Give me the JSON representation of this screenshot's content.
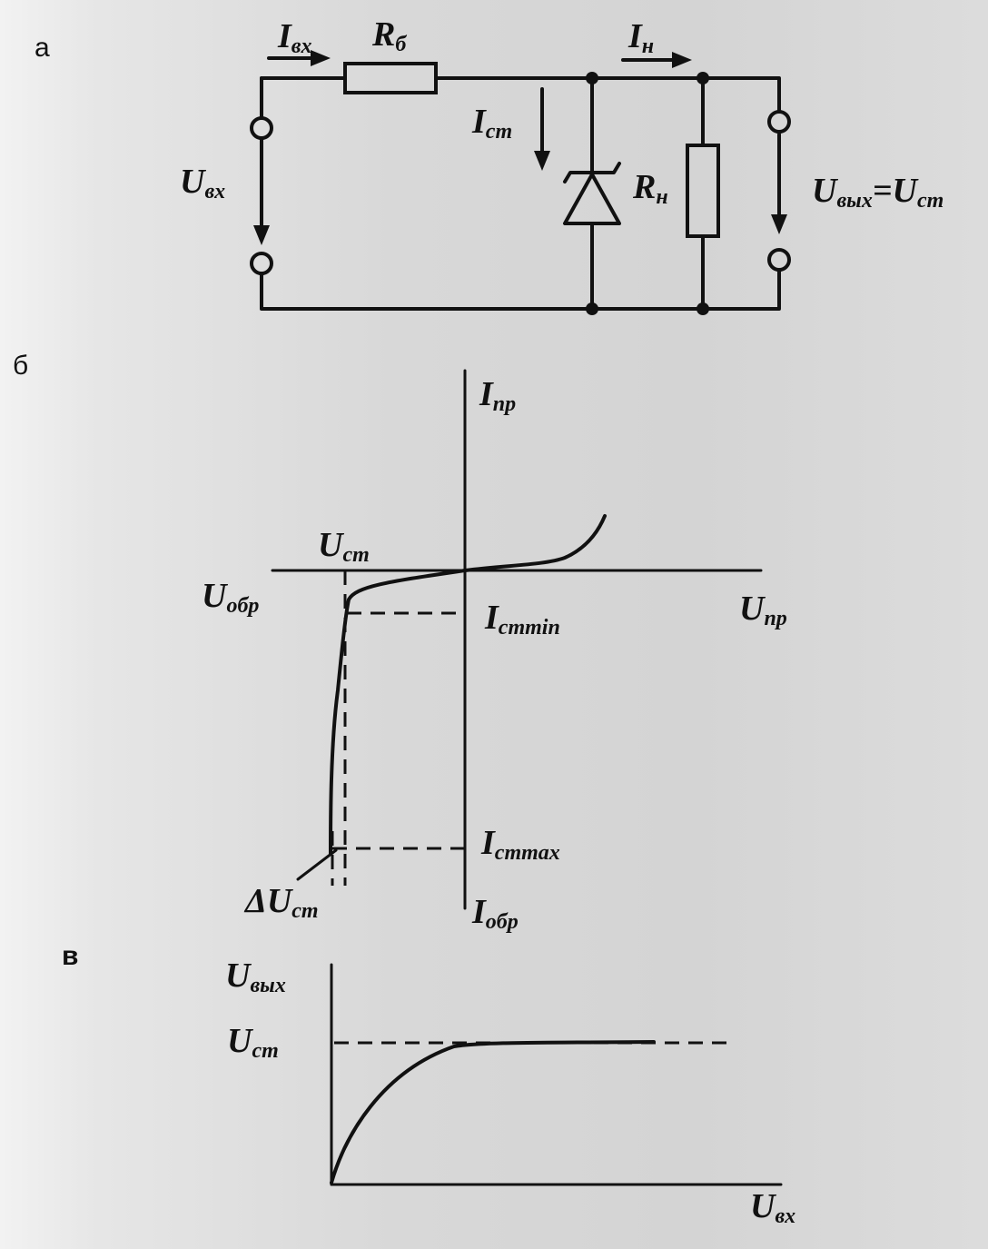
{
  "panels": {
    "a": "а",
    "b": "б",
    "c": "в"
  },
  "circuit": {
    "i_in": {
      "main": "I",
      "sub": "вх"
    },
    "r_ballast": {
      "main": "R",
      "sub": "б"
    },
    "i_load": {
      "main": "I",
      "sub": "н"
    },
    "i_zener": {
      "main": "I",
      "sub": "ст"
    },
    "r_load": {
      "main": "R",
      "sub": "н"
    },
    "u_in": {
      "main": "U",
      "sub": "вх"
    },
    "u_out": {
      "main": "U",
      "sub": "вых",
      "eq": "=U",
      "sub2": "ст"
    }
  },
  "iv_chart": {
    "i_forward": {
      "main": "I",
      "sub": "пр"
    },
    "u_zener": {
      "main": "U",
      "sub": "ст"
    },
    "u_reverse": {
      "main": "U",
      "sub": "обр"
    },
    "i_zener_min": {
      "main": "I",
      "sub": "стmin"
    },
    "u_forward": {
      "main": "U",
      "sub": "пр"
    },
    "i_zener_max": {
      "main": "I",
      "sub": "стmax"
    },
    "delta_u_zener": {
      "main": "ΔU",
      "sub": "ст"
    },
    "i_reverse": {
      "main": "I",
      "sub": "обр"
    }
  },
  "transfer_chart": {
    "u_out": {
      "main": "U",
      "sub": "вых"
    },
    "u_zener": {
      "main": "U",
      "sub": "ст"
    },
    "u_in": {
      "main": "U",
      "sub": "вх"
    }
  }
}
